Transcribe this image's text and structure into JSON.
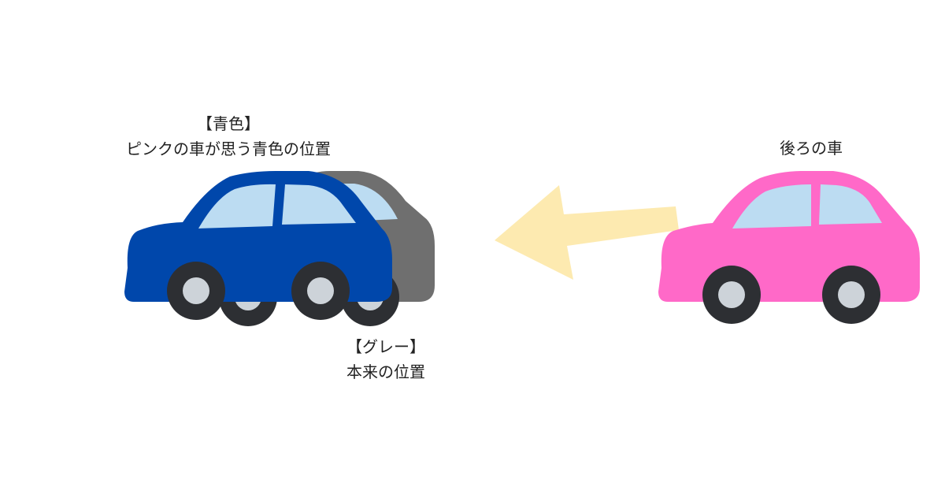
{
  "labels": {
    "blue_car": {
      "title": "【青色】",
      "description": "ピンクの車が思う青色の位置"
    },
    "gray_car": {
      "title": "【グレー】",
      "description": "本来の位置"
    },
    "rear_car": {
      "title": "後ろの車"
    }
  },
  "colors": {
    "blue_car_body": "#0047ab",
    "gray_car_body": "#6f6f6f",
    "pink_car_body": "#ff69c8",
    "window": "#bcdcf2",
    "tire": "#2d2f33",
    "hub": "#cdd3d9",
    "arrow": "#fdeab0"
  },
  "icons": [
    "blue-car-icon",
    "gray-car-icon",
    "pink-car-icon",
    "left-arrow-icon"
  ]
}
